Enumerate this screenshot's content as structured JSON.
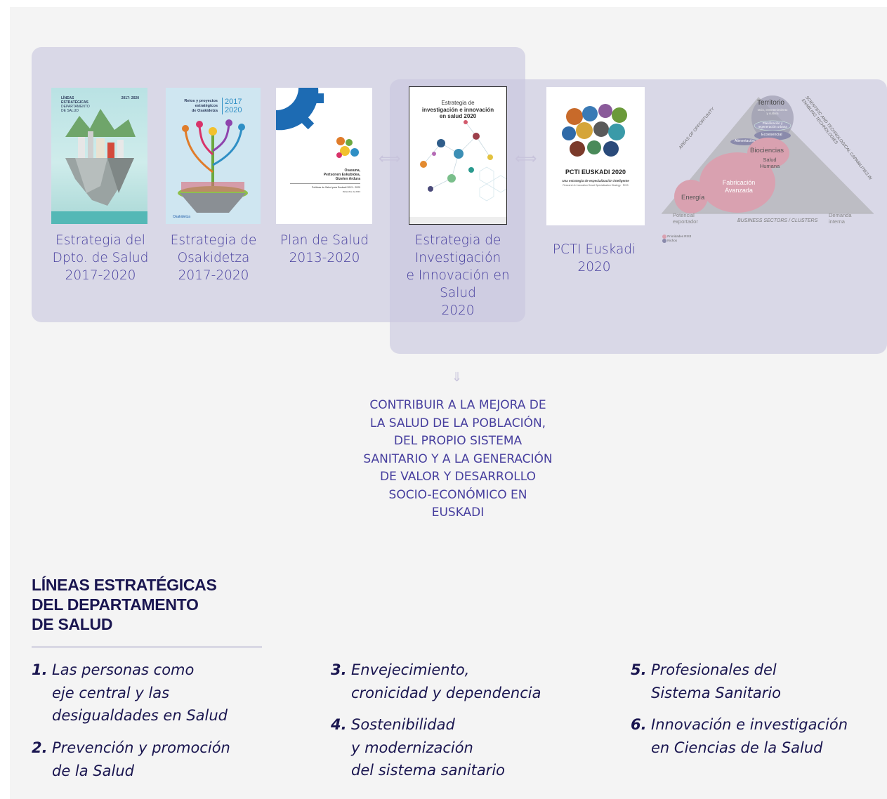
{
  "captions": {
    "c1": [
      "Estrategia del",
      "Dpto. de Salud",
      "2017-2020"
    ],
    "c2": [
      "Estrategia de",
      "Osakidetza",
      "2017-2020"
    ],
    "c3": [
      "Plan de Salud",
      "2013-2020"
    ],
    "c4": [
      "Estrategia de",
      "Investigación",
      "e Innovación en",
      "Salud",
      "2020"
    ],
    "c5": [
      "PCTI Euskadi",
      "2020"
    ]
  },
  "covers": {
    "lineas": {
      "title1": "LÍNEAS",
      "title2": "ESTRATÉGICAS",
      "sub1": "DEPARTAMENTO",
      "sub2": "DE SALUD",
      "years": "2017- 2020"
    },
    "osakidetza": {
      "title1": "Retos y proyectos",
      "title2": "estratégicos",
      "title3": "de Osakidetza",
      "y1": "2017",
      "y2": "2020",
      "brand": "Osakidetza"
    },
    "plan": {
      "t1": "Osasuna,",
      "t2": "Pertsonen Eskubidea,",
      "t3": "Gizelen Ardura",
      "t4": "Políticas de Salud para Euskadi 2013 - 2020",
      "t5": "Diciembre de 2013"
    },
    "investigacion": {
      "t1": "Estrategia de",
      "t2": "investigación e innovación",
      "t3": "en salud 2020"
    },
    "pcti": {
      "title": "PCTI EUSKADI 2020",
      "sub": "Una estrategia de especialización inteligente",
      "sub2": "Research & Innovation Smart Specialisation Strategy · RIS3"
    }
  },
  "pyramid": {
    "territorio": "Territorio",
    "ocio": "Ocio, entretenimiento y cultura",
    "planif": "Planificación y regeneración urbana",
    "ecoesenc": "Ecoesencial",
    "alimentac": "Alimentación",
    "biociencias": "Biociencias",
    "salud": "Salud Humana",
    "energia": "Energía",
    "fabricacion": "Fabricación Avanzada",
    "areas": "AREAS OF OPPORTUNITY",
    "sci": "SCIENTIFIC AND TECHNOLOGICAL CAPABILITIES IN ENABLING TECHNOLOGIES",
    "potencial": "Potencial exportador",
    "sectors": "BUSINESS SECTORS / CLUSTERS",
    "demanda": "Demanda interna",
    "legend1": "Prioridades RIS3",
    "legend2": "Nichos"
  },
  "arrows": {
    "right": "⟺",
    "down": "⇓"
  },
  "goal": [
    "CONTRIBUIR A LA MEJORA DE",
    "LA SALUD DE LA POBLACIÓN,",
    "DEL PROPIO SISTEMA",
    "SANITARIO Y A LA GENERACIÓN",
    "DE VALOR Y DESARROLLO",
    "SOCIO-ECONÓMICO EN",
    "EUSKADI"
  ],
  "lines_title": [
    "LÍNEAS ESTRATÉGICAS",
    "DEL DEPARTAMENTO",
    "DE SALUD"
  ],
  "lines": [
    {
      "num": "1.",
      "text": [
        "Las personas como",
        "eje central y las",
        "desigualdades en Salud"
      ]
    },
    {
      "num": "2.",
      "text": [
        "Prevención y promoción",
        "de la Salud"
      ]
    },
    {
      "num": "3.",
      "text": [
        "Envejecimiento,",
        "cronicidad y dependencia"
      ]
    },
    {
      "num": "4.",
      "text": [
        "Sostenibilidad",
        "y modernización",
        "del sistema sanitario"
      ]
    },
    {
      "num": "5.",
      "text": [
        "Profesionales del",
        "Sistema Sanitario"
      ]
    },
    {
      "num": "6.",
      "text": [
        "Innovación e investigación",
        "en Ciencias de la Salud"
      ]
    }
  ]
}
